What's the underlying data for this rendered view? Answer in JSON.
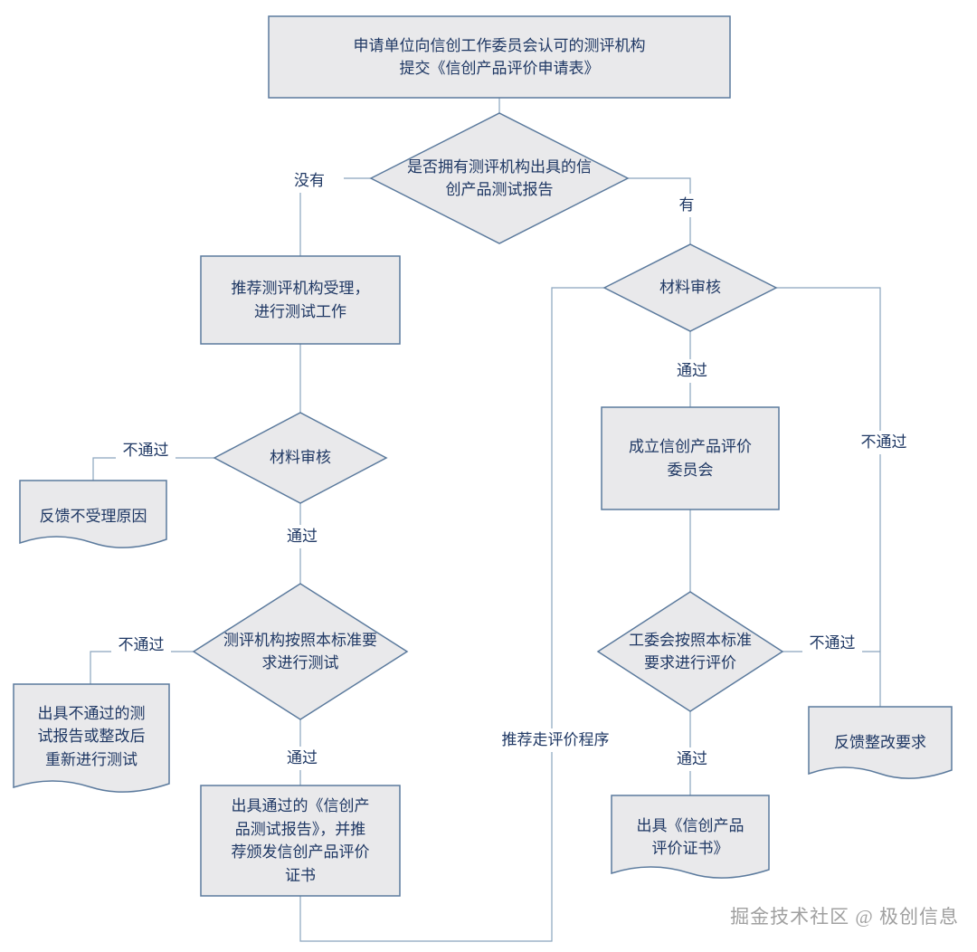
{
  "colors": {
    "node_fill": "#e9e9eb",
    "node_border": "#5b7a9d",
    "connector": "#8aa5bd",
    "text": "#1f3864",
    "watermark_text": "#a0a0a0"
  },
  "nodes": {
    "start": "申请单位向信创工作委员会认可的测评机构\n提交《信创产品评价申请表》",
    "has_report_decision": "是否拥有测评机构出具的信\n创产品测试报告",
    "recommend_agency": "推荐测评机构受理，\n进行测试工作",
    "material_review_left": "材料审核",
    "reject_reason_doc": "反馈不受理原因",
    "agency_test_decision": "测评机构按照本标准要\n求进行测试",
    "fail_report_doc": "出具不通过的测\n试报告或整改后\n重新进行测试",
    "pass_report": "出具通过的《信创产\n品测试报告》，并推\n荐颁发信创产品评价\n证书",
    "material_review_right": "材料审核",
    "committee_setup": "成立信创产品评价\n委员会",
    "committee_eval_decision": "工委会按照本标准\n要求进行评价",
    "cert_doc": "出具《信创产品\n评价证书》",
    "rectify_doc": "反馈整改要求"
  },
  "edge_labels": {
    "no": "没有",
    "yes": "有",
    "fail": "不通过",
    "pass": "通过",
    "recommend_path": "推荐走评价程序"
  },
  "watermark": "掘金技术社区 @ 极创信息"
}
